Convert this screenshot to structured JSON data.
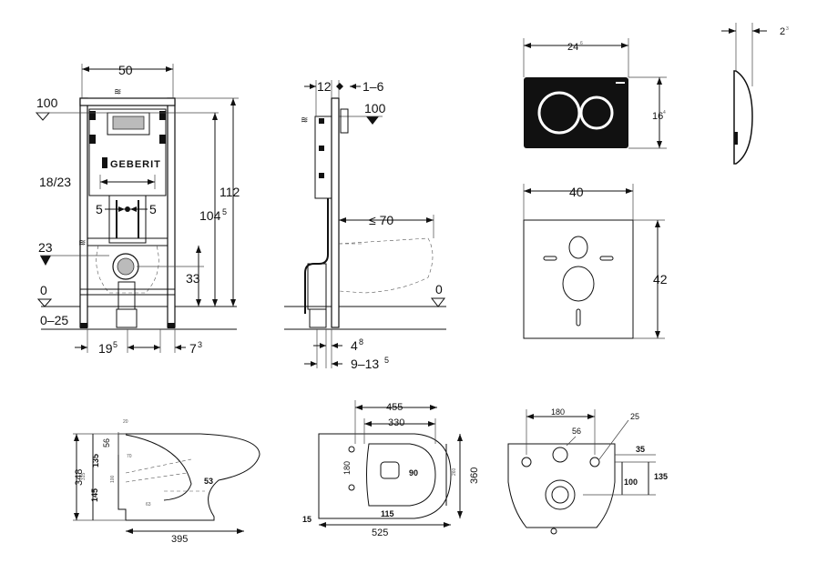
{
  "frame": {
    "width": "50",
    "top_level": "100",
    "height_total": "112",
    "height_inner_base": "104",
    "height_inner_sup": "5",
    "drain_spacing": "18/23",
    "offset_left": "5",
    "offset_right": "5",
    "drain_level": "23",
    "drain_height": "33",
    "floor_level": "0",
    "floor_range": "0–25",
    "foot_left_base": "19",
    "foot_left_sup": "5",
    "foot_right_base": "7",
    "foot_right_sup": "3",
    "brand": "GEBERIT"
  },
  "side": {
    "dim_top_a": "12",
    "dim_top_b": "1–6",
    "top_level": "100",
    "projection": "≤ 70",
    "floor_level": "0",
    "bottom_a_base": "4",
    "bottom_a_sup": "8",
    "bottom_b_base": "9–13",
    "bottom_b_sup": "5"
  },
  "flush_plate": {
    "width_base": "24",
    "width_sup": "6",
    "height_base": "16",
    "height_sup": "4",
    "depth_base": "2",
    "depth_sup": "3"
  },
  "mat": {
    "width": "40",
    "height": "42"
  },
  "bowl_side": {
    "total_height": "348",
    "upper": "135",
    "lower": "145",
    "length": "395",
    "small_56": "56",
    "outlet": "53",
    "tiny_a": "20",
    "tiny_b": "70",
    "tiny_c": "315",
    "tiny_d": "100",
    "tiny_e": "63"
  },
  "bowl_top": {
    "outer_width": "455",
    "inner_width": "330",
    "bolt_spacing": "180",
    "seat_gap": "90",
    "hole_offset": "115",
    "wall_offset": "15",
    "total_length": "525",
    "depth_a": "260",
    "depth_b": "360"
  },
  "bowl_back": {
    "bolt_spacing": "180",
    "hole_dia": "56",
    "bolt_dia": "25",
    "dim_35": "35",
    "dim_100": "100",
    "dim_135": "135"
  }
}
